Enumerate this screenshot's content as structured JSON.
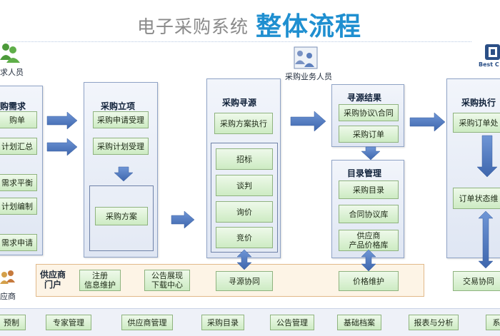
{
  "title": {
    "gray": "电子采购系统",
    "blue": "整体流程"
  },
  "roles": {
    "requester": "求人员",
    "buyer": "采购业务人员",
    "supplier": "应商"
  },
  "logo": {
    "text": "Best C"
  },
  "columns": {
    "demand": {
      "title": "购需求",
      "items": [
        "购单",
        "计划汇总",
        "需求平衡",
        "计划编制",
        "需求申请"
      ]
    },
    "project": {
      "title": "采购立项",
      "items": [
        "采购申请受理",
        "采购计划受理",
        "采购方案"
      ]
    },
    "sourcing": {
      "title": "采购寻源",
      "items": [
        "采购方案执行",
        "招标",
        "谈判",
        "询价",
        "竞价"
      ]
    },
    "result": {
      "title": "寻源结果",
      "items": [
        "采购协议\\合同",
        "采购订单"
      ]
    },
    "catalog": {
      "title": "目录管理",
      "items": [
        "采购目录",
        "合同协议库",
        "供应商\n产品价格库"
      ]
    },
    "execution": {
      "title": "采购执行",
      "items": [
        "采购订单处",
        "订单状态维"
      ]
    }
  },
  "portal": {
    "label": "供应商\n门户",
    "items": [
      "注册\n信息维护",
      "公告展现\n下载中心",
      "寻源协同",
      "价格维护",
      "交易协同"
    ]
  },
  "bottom": {
    "items": [
      "预制",
      "专家管理",
      "供应商管理",
      "采购目录",
      "公告管理",
      "基础档案",
      "报表与分析",
      "系"
    ]
  },
  "colors": {
    "title_blue": "#1f8fd0",
    "arrow_blue": "#4a78c0",
    "box_green": "#d6efcd",
    "column_bg": "#e4eaf5",
    "portal_bg": "#fdf4e6"
  }
}
